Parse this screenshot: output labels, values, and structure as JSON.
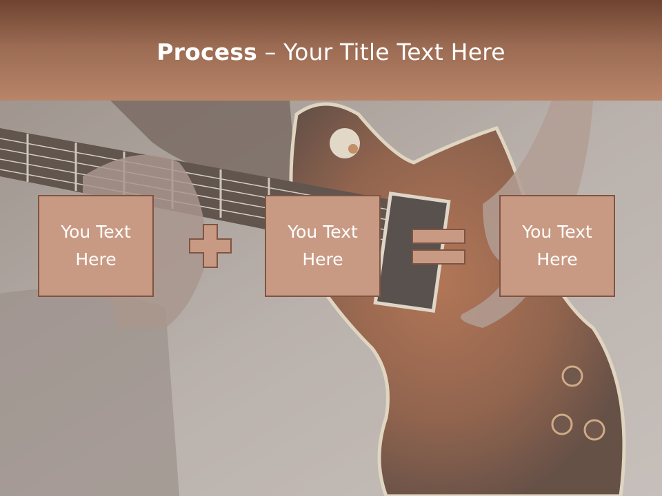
{
  "title": {
    "bold": "Process",
    "rest": " – Your Title Text Here"
  },
  "process": {
    "boxes": [
      {
        "label": "You Text\nHere"
      },
      {
        "label": "You Text\nHere"
      },
      {
        "label": "You Text\nHere"
      }
    ],
    "operators": [
      "plus-icon",
      "equals-icon"
    ]
  },
  "colors": {
    "header": "#9a6a52",
    "box_fill": "#c99a83",
    "box_border": "#7f5442",
    "text": "#ffffff"
  },
  "background_image": "electric-guitar-being-played"
}
